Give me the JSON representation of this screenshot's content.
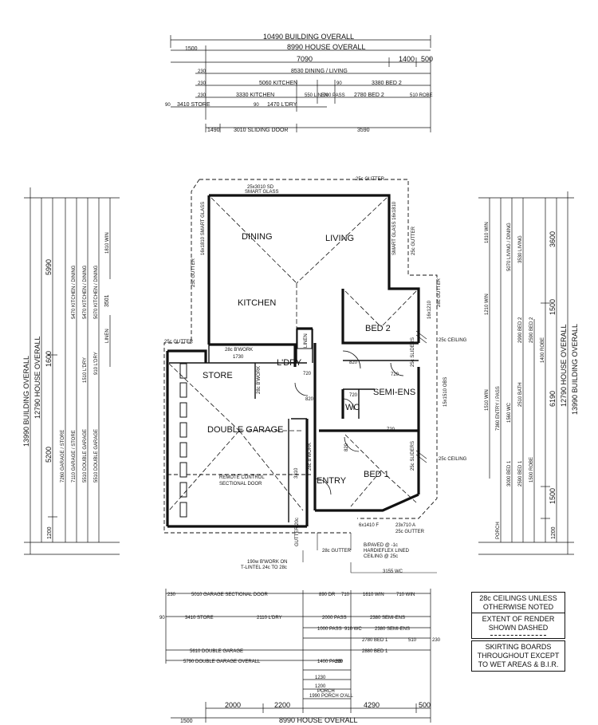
{
  "overall_top": {
    "building_overall": "10490 BUILDING OVERALL",
    "house_overall": "8990 HOUSE OVERALL",
    "left_offset": "1500",
    "row_7090": "7090",
    "row_1400": "1400",
    "row_500": "500",
    "dining_living": "8530 DINING / LIVING",
    "kitchen_bed2_row": [
      "5060 KITCHEN",
      "3380 BED 2"
    ],
    "kitchen_row": [
      "3330 KITCHEN",
      "550 LINEN",
      "1000 PASS",
      "2780 BED 2",
      "510 ROBE"
    ],
    "store_row": [
      "3410 STORE",
      "1470 L'DRY"
    ],
    "small_numbers": [
      "230",
      "90",
      "230",
      "90",
      "230",
      "90"
    ],
    "sliding_door_row": [
      "1490",
      "3010 SLIDING DOOR",
      "3590"
    ]
  },
  "left_dims": {
    "building_overall": "13990 BUILDING OVERALL",
    "house_overall": "12790 HOUSE OVERALL",
    "v5990": "5990",
    "v1600": "1600",
    "v5200": "5200",
    "v1200": "1200",
    "labels": [
      "5470 KITCHEN / DINING",
      "5470 KITCHEN / DINING",
      "5070 KITCHEN / DINING",
      "1810 WIN",
      "3501",
      "1510 L'DRY",
      "910 L'DRY",
      "7260 GARAGE / STORE",
      "7110 GARAGE / STORE",
      "5510 DOUBLE GARAGE",
      "5510 DOUBLE GARAGE",
      "LINEN"
    ]
  },
  "right_dims": {
    "building_overall": "13990 BUILDING OVERALL",
    "house_overall": "12790 HOUSE OVERALL",
    "v3600": "3600",
    "v6190": "6190",
    "v1500_a": "1500",
    "v1500_b": "1500",
    "v1200": "1200",
    "labels": [
      "1810 WIN",
      "5070 LIVING / DINING",
      "3530 LIVING",
      "1210 WIN",
      "2990 BED 2",
      "2590 BED 2",
      "1400 ROBE",
      "1510 WIN",
      "7360 ENTRY / PASS",
      "1560 WC",
      "2510 BATH",
      "1500 ROBE",
      "3000 BED 1",
      "2590 BED 1",
      "PORCH"
    ]
  },
  "rooms": {
    "dining": "DINING",
    "living": "LIVING",
    "kitchen": "KITCHEN",
    "bed2": "BED 2",
    "bed1": "BED 1",
    "store": "STORE",
    "ldry": "L'DRY",
    "linen": "LINEN",
    "semi_ens": "SEMI-ENS",
    "wc": "WC",
    "entry": "ENTRY",
    "double_garage": "DOUBLE GARAGE",
    "remote": "REMOTE CONTROL",
    "sectional": "SECTIONAL DOOR"
  },
  "plan_notes": {
    "gutter_top": "25c GUTTER",
    "slide_door": "25x3010 SD",
    "smart_glass": "SMART GLASS",
    "gutter_left": "25c GUTTER",
    "gutter_right": "25c GUTTER",
    "gutter_store": "25c GUTTER",
    "bwork_28": "28c B'WORK",
    "bwork_1730": "1730",
    "bwork_garage": "28c B'WORK",
    "bwork_side": "28c B'WORK",
    "ceiling_25_a": "25c CEILING",
    "ceiling_25_b": "25c CEILING",
    "sliders_a": "25c SLIDERS",
    "sliders_b": "25c SLIDERS",
    "d820_a": "820",
    "d820_b": "820",
    "d720_a": "720",
    "d720_b": "720",
    "d720_c": "720",
    "d720_d": "720",
    "d820_c": "820",
    "sc_1210": "16x1210",
    "sc_1510": "15x1510 OBS",
    "sc_1410": "6x1410 F",
    "sc_710": "23x710 A",
    "gutter_porch": "25c GUTTER",
    "porch_note": [
      "B/PAVED @ -1c",
      "HARDIEFLEX LINED",
      "CEILING @ 25c"
    ],
    "tlintel": [
      "190w B'WORK ON",
      "T-LINTEL 24c TO 28c"
    ],
    "gutter_bottom": "28c GUTTER",
    "wc_3155": "3155 WC",
    "side_3310": "3310",
    "side_16x1810": "16x1810 SMART GLASS",
    "side_smart_r": "SMART GLASS 16x1810",
    "gutter_28_right": "28c GUTTER",
    "garage_gutter": "GUTTER 20c"
  },
  "overall_bottom": {
    "sectional_row": [
      "5010 GARAGE SECTIONAL DOOR",
      "890 DR",
      "710",
      "1610 WIN",
      "710 WIN"
    ],
    "store_row": [
      "3410 STORE",
      "2110 L'DRY",
      "2000 PASS",
      "2380 SEMI-ENS"
    ],
    "pass_row": [
      "1000 PASS",
      "910 WC",
      "2380 SEMI-ENS"
    ],
    "double_garage": "5610 DOUBLE GARAGE",
    "bed1_a": "2780 BED 1",
    "bed1_b": "2880 BED 1",
    "double_garage_overall": "5790 DOUBLE GARAGE OVERALL",
    "pass_1400": "1400 PASS",
    "porch_rows": [
      "1230",
      "1200",
      "1990 PORCH O'ALL",
      "PORCH"
    ],
    "small_numbers": [
      "90",
      "230",
      "190",
      "510",
      "230"
    ],
    "row_2000": "2000",
    "row_2200": "2200",
    "row_4290": "4290",
    "row_500": "500",
    "house_overall": "8990 HOUSE OVERALL",
    "left_offset": "1500"
  },
  "legend": {
    "ceilings": "28c CEILINGS UNLESS OTHERWISE NOTED",
    "render": "EXTENT OF RENDER SHOWN DASHED",
    "skirting": "SKIRTING BOARDS THROUGHOUT EXCEPT TO WET AREAS & B.I.R."
  }
}
